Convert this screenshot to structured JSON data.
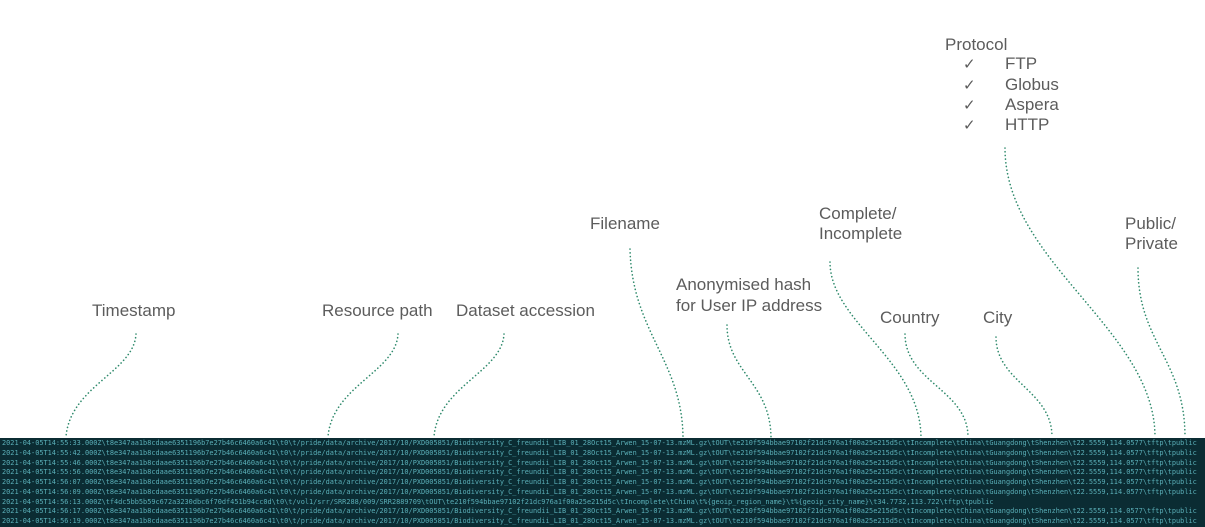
{
  "annotations": {
    "timestamp": "Timestamp",
    "resource_path": "Resource path",
    "dataset_accession": "Dataset accession",
    "filename": "Filename",
    "user_hash": [
      "Anonymised hash",
      "for User IP address"
    ],
    "completion": [
      "Complete/",
      "Incomplete"
    ],
    "country": "Country",
    "city": "City",
    "access": [
      "Public/",
      "Private"
    ],
    "protocol": {
      "title": "Protocol",
      "items": [
        {
          "check": "✓",
          "label": "FTP"
        },
        {
          "check": "✓",
          "label": "Globus"
        },
        {
          "check": "✓",
          "label": "Aspera"
        },
        {
          "check": "✓",
          "label": "HTTP"
        }
      ]
    }
  },
  "log_lines": [
    "2021-04-05T14:55:33.000Z\\t8e347aa1b8cdaae6351196b7e27b46c6460a6c41\\t0\\t/pride/data/archive/2017/10/PXD005851/Biodiversity_C_freundii_LIB_01_28Oct15_Arwen_15-07-13.mzML.gz\\tOUT\\te210f594bbae97102f21dc976a1f00a25e215d5c\\tIncomplete\\tChina\\tGuangdong\\tShenzhen\\t22.5559,114.0577\\tftp\\tpublic",
    "2021-04-05T14:55:42.000Z\\t8e347aa1b8cdaae6351196b7e27b46c6460a6c41\\t0\\t/pride/data/archive/2017/10/PXD005851/Biodiversity_C_freundii_LIB_01_28Oct15_Arwen_15-07-13.mzML.gz\\tOUT\\te210f594bbae97102f21dc976a1f00a25e215d5c\\tIncomplete\\tChina\\tGuangdong\\tShenzhen\\t22.5559,114.0577\\tftp\\tpublic",
    "2021-04-05T14:55:46.000Z\\t8e347aa1b8cdaae6351196b7e27b46c6460a6c41\\t0\\t/pride/data/archive/2017/10/PXD005851/Biodiversity_C_freundii_LIB_01_28Oct15_Arwen_15-07-13.mzML.gz\\tOUT\\te210f594bbae97102f21dc976a1f00a25e215d5c\\tIncomplete\\tChina\\tGuangdong\\tShenzhen\\t22.5559,114.0577\\tftp\\tpublic",
    "2021-04-05T14:55:56.000Z\\t8e347aa1b8cdaae6351196b7e27b46c6460a6c41\\t0\\t/pride/data/archive/2017/10/PXD005851/Biodiversity_C_freundii_LIB_01_28Oct15_Arwen_15-07-13.mzML.gz\\tOUT\\te210f594bbae97102f21dc976a1f00a25e215d5c\\tIncomplete\\tChina\\tGuangdong\\tShenzhen\\t22.5559,114.0577\\tftp\\tpublic",
    "2021-04-05T14:56:07.000Z\\t8e347aa1b8cdaae6351196b7e27b46c6460a6c41\\t0\\t/pride/data/archive/2017/10/PXD005851/Biodiversity_C_freundii_LIB_01_28Oct15_Arwen_15-07-13.mzML.gz\\tOUT\\te210f594bbae97102f21dc976a1f00a25e215d5c\\tIncomplete\\tChina\\tGuangdong\\tShenzhen\\t22.5559,114.0577\\tftp\\tpublic",
    "2021-04-05T14:56:09.000Z\\t8e347aa1b8cdaae6351196b7e27b46c6460a6c41\\t0\\t/pride/data/archive/2017/10/PXD005851/Biodiversity_C_freundii_LIB_01_28Oct15_Arwen_15-07-13.mzML.gz\\tOUT\\te210f594bbae97102f21dc976a1f00a25e215d5c\\tIncomplete\\tChina\\tGuangdong\\tShenzhen\\t22.5559,114.0577\\tftp\\tpublic",
    "2021-04-05T14:56:13.000Z\\tf4dc5bb5b59c672a3230dbc6f70df451b94cc0d\\t0\\t/vol1/srr/SRR288/009/SRR2889709\\tOUT\\te210f594bbae97102f21dc976a1f00a25e215d5c\\tIncomplete\\tChina\\t%{geoip_region_name}\\t%{geoip_city_name}\\t34.7732,113.722\\tftp\\tpublic",
    "2021-04-05T14:56:17.000Z\\t8e347aa1b8cdaae6351196b7e27b46c6460a6c41\\t0\\t/pride/data/archive/2017/10/PXD005851/Biodiversity_C_freundii_LIB_01_28Oct15_Arwen_15-07-13.mzML.gz\\tOUT\\te210f594bbae97102f21dc976a1f00a25e215d5c\\tIncomplete\\tChina\\tGuangdong\\tShenzhen\\t22.5559,114.0577\\tftp\\tpublic",
    "2021-04-05T14:56:19.000Z\\t8e347aa1b8cdaae6351196b7e27b46c6460a6c41\\t0\\t/pride/data/archive/2017/10/PXD005851/Biodiversity_C_freundii_LIB_01_28Oct15_Arwen_15-07-13.mzML.gz\\tOUT\\te210f594bbae97102f21dc976a1f00a25e215d5c\\tIncomplete\\tChina\\tGuangdong\\tShenzhen\\t22.5559,114.0577\\tftp\\tpublic"
  ],
  "colors": {
    "label_text": "#5c5c5c",
    "leader": "#2f8a6c",
    "panel_bg": "#0b2c33",
    "log_text": "#5aaeb7"
  }
}
